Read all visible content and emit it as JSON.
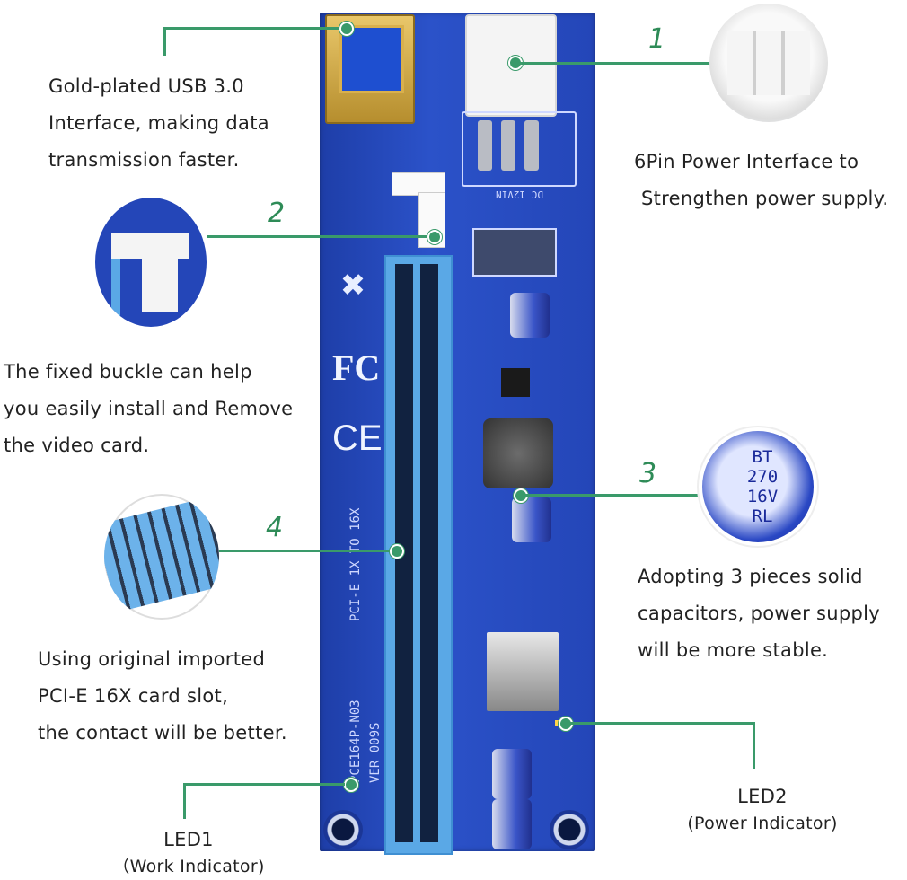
{
  "callouts": {
    "usb": {
      "lines": [
        "Gold-plated USB 3.0",
        "Interface, making data",
        "transmission faster."
      ]
    },
    "power": {
      "number": "1",
      "lines": [
        "6Pin Power Interface to",
        "Strengthen power supply."
      ]
    },
    "buckle": {
      "number": "2",
      "lines": [
        "The fixed buckle can help",
        "you easily install and Remove",
        "the video card."
      ]
    },
    "capacitors": {
      "number": "3",
      "lines": [
        "Adopting 3 pieces solid",
        "capacitors, power supply",
        "will be more stable."
      ]
    },
    "slot": {
      "number": "4",
      "lines": [
        "Using original imported",
        "PCI-E 16X card slot,",
        "the contact will be better."
      ]
    },
    "led1": {
      "title": "LED1",
      "subtitle": "（Work Indicator)"
    },
    "led2": {
      "title": "LED2",
      "subtitle": "(Power Indicator)"
    }
  },
  "board": {
    "model": "PCE164P-N03",
    "version": "VER 009S",
    "slot_label": "PCI-E 1X TO 16X",
    "power_label": "DC 12VIN",
    "fc_mark": "FC",
    "ce_mark": "CE",
    "capacitor_text": [
      "BT",
      "270",
      "16V",
      "RL"
    ]
  },
  "colors": {
    "board": "#2446b8",
    "slot": "#5aa8e6",
    "accent": "#3a9a6a"
  }
}
